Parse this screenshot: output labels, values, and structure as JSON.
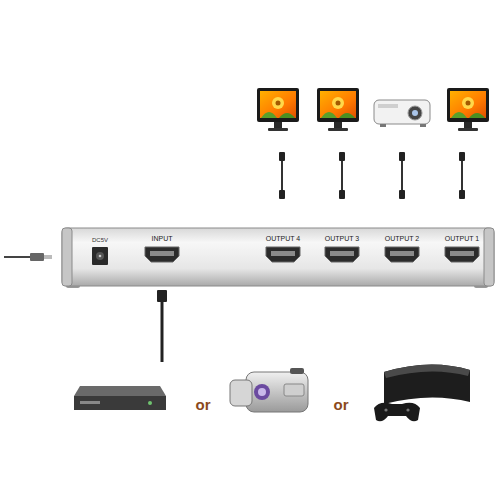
{
  "diagram": {
    "nodes": [
      {
        "text": [
          "INPUT"
        ]
      },
      {
        "text": [
          "OUTPUT 4"
        ]
      },
      {
        "text": [
          "OUTPUT 3"
        ]
      },
      {
        "text": [
          "OUTPUT 2"
        ]
      },
      {
        "text": [
          "OUTPUT 1"
        ]
      }
    ],
    "labels": [
      "DC5V",
      "or",
      "or"
    ]
  }
}
